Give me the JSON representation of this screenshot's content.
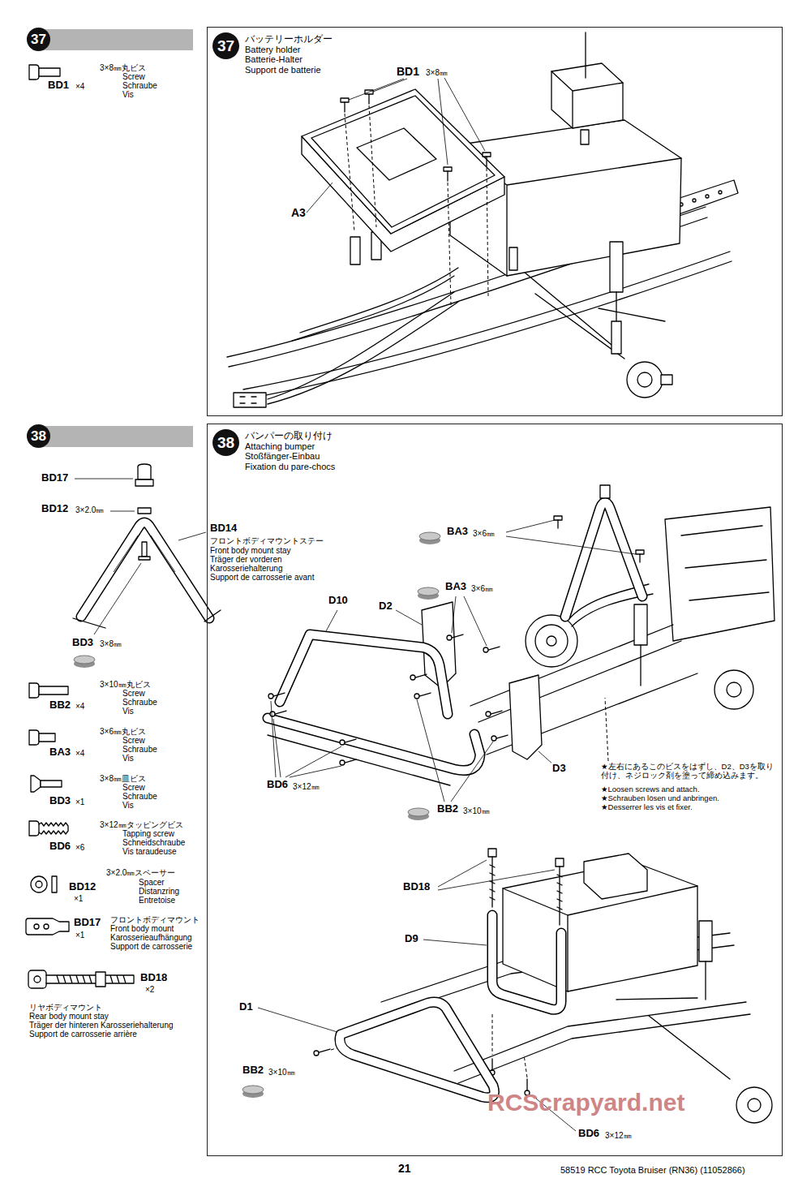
{
  "diagram": {
    "nodes": [
      {
        "text": [
          "37"
        ]
      },
      {
        "text": [
          "バッテリーホルダー",
          "Battery holder",
          "Batterie-Halter",
          "Support de batterie"
        ]
      },
      {
        "text": [
          "37"
        ],
        "in": 1
      },
      {
        "text": [
          "38"
        ]
      },
      {
        "text": [
          "バンパーの取り付け",
          "Attaching bumper",
          "Stoßfänger-Einbau",
          "Fixation du pare-chocs"
        ]
      },
      {
        "text": [
          "38"
        ],
        "in": 4
      }
    ],
    "labels": [
      "BD1",
      "×4",
      "3×8㎜丸ビス",
      "Screw",
      "Schraube",
      "Vis",
      "BD1",
      "3×8㎜",
      "A3",
      "BD17",
      "BD12",
      "3×2.0㎜",
      "BD14",
      "フロントボディマウントステー",
      "Front body mount stay",
      "Träger der vorderen",
      "Karosseriehalterung",
      "Support de carrosserie avant",
      "BD3",
      "3×8㎜",
      "BB2",
      "×4",
      "3×10㎜丸ビス",
      "Screw",
      "Schraube",
      "Vis",
      "BA3",
      "×4",
      "3×6㎜丸ビス",
      "Screw",
      "Schraube",
      "Vis",
      "BD3",
      "×1",
      "3×8㎜皿ビス",
      "Screw",
      "Schraube",
      "Vis",
      "BD6",
      "×6",
      "3×12㎜タッピングビス",
      "Tapping screw",
      "Schneidschraube",
      "Vis taraudeuse",
      "BD12",
      "×1",
      "3×2.0㎜スペーサー",
      "Spacer",
      "Distanzring",
      "Entretoise",
      "BD17",
      "×1",
      "フロントボディマウント",
      "Front body mount",
      "Karosserieaufhängung",
      "Support de carrosserie",
      "BD18",
      "×2",
      "リヤボディマウント",
      "Rear body mount stay",
      "Träger der hinteren Karosseriehalterung",
      "Support de carrosserie arrière",
      "BA3",
      "3×6㎜",
      "BA3",
      "3×6㎜",
      "D10",
      "D2",
      "BD6",
      "3×12㎜",
      "BB2",
      "3×10㎜",
      "D3",
      "★左右にあるこのビスをはずし、D2、D3を取り付け、ネジロック剤を塗って締め込みます。",
      "★Loosen screws and attach.",
      "★Schrauben lösen und anbringen.",
      "★Desserrer les vis et fixer.",
      "BD18",
      "D9",
      "D1",
      "BB2",
      "3×10㎜",
      "BD6",
      "3×12㎜",
      "21",
      "58519 RCC Toyota Bruiser (RN36) (11052866)",
      "RCScrapyard.net"
    ]
  }
}
